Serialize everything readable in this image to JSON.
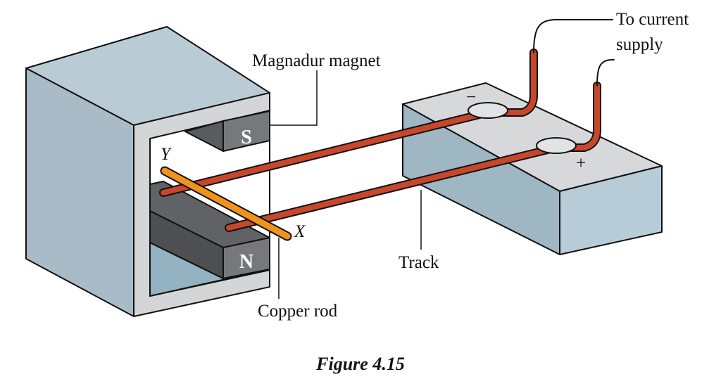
{
  "labels": {
    "to_current_supply_1": "To current",
    "to_current_supply_2": "supply",
    "magnet": "Magnadur magnet",
    "rod_end_y": "Y",
    "rod_end_x": "X",
    "copper_rod": "Copper rod",
    "track": "Track",
    "negative": "−",
    "positive": "+",
    "pole_s": "S",
    "pole_n": "N"
  },
  "caption": "Figure 4.15",
  "colors": {
    "yoke": "#a9bbc6",
    "yoke_top": "#b9cbd5",
    "yoke_front": "#d3d5d7",
    "magnet_dark": "#5a5b5e",
    "magnet_front": "#77787b",
    "rail": "#c8462a",
    "copper_rod": "#f0921e",
    "box_top": "#d6d8da",
    "box_side": "#9fb6c3",
    "box_front": "#b8ccd7"
  }
}
